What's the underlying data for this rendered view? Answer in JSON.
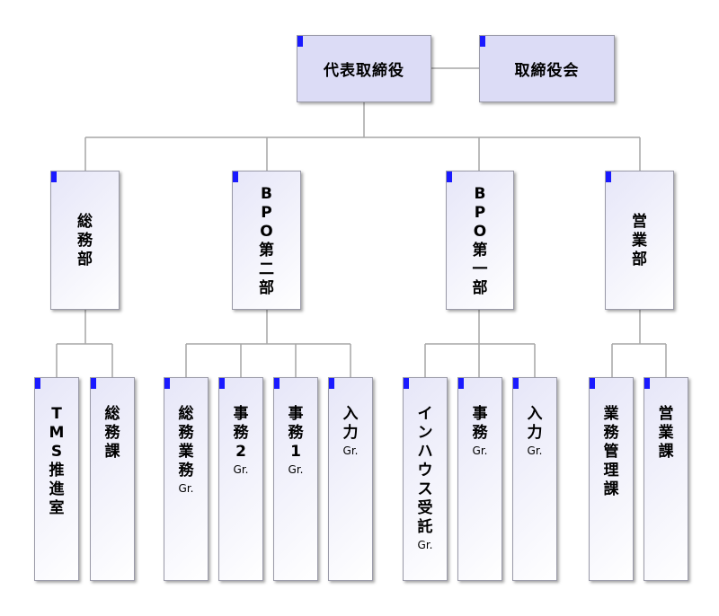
{
  "top": {
    "ceo": "代表取締役",
    "board": "取締役会"
  },
  "departments": [
    {
      "id": "somu-bu",
      "label": "総務部"
    },
    {
      "id": "bpo2-bu",
      "label": "BPO第二部"
    },
    {
      "id": "bpo1-bu",
      "label": "BPO第一部"
    },
    {
      "id": "eigyo-bu",
      "label": "営業部"
    }
  ],
  "sections": [
    {
      "id": "tms",
      "label": "TMS推進室",
      "suffix": ""
    },
    {
      "id": "somu-ka",
      "label": "総務課",
      "suffix": ""
    },
    {
      "id": "somu-gyomu",
      "label": "総務業務",
      "suffix": "Gr."
    },
    {
      "id": "jimu2",
      "label": "事務2",
      "suffix": "Gr."
    },
    {
      "id": "jimu1",
      "label": "事務1",
      "suffix": "Gr."
    },
    {
      "id": "nyuryoku-a",
      "label": "入力",
      "suffix": "Gr."
    },
    {
      "id": "inhouse",
      "label": "インハウス受託",
      "suffix": "Gr."
    },
    {
      "id": "jimu",
      "label": "事務",
      "suffix": "Gr."
    },
    {
      "id": "nyuryoku-b",
      "label": "入力",
      "suffix": "Gr."
    },
    {
      "id": "gyomu-kanri",
      "label": "業務管理課",
      "suffix": ""
    },
    {
      "id": "eigyo-ka",
      "label": "営業課",
      "suffix": ""
    }
  ],
  "colors": {
    "box_fill": "#dcdcf6",
    "marker": "#1a1aff",
    "connector": "#a6a6a6",
    "border": "#9a9aa8"
  }
}
